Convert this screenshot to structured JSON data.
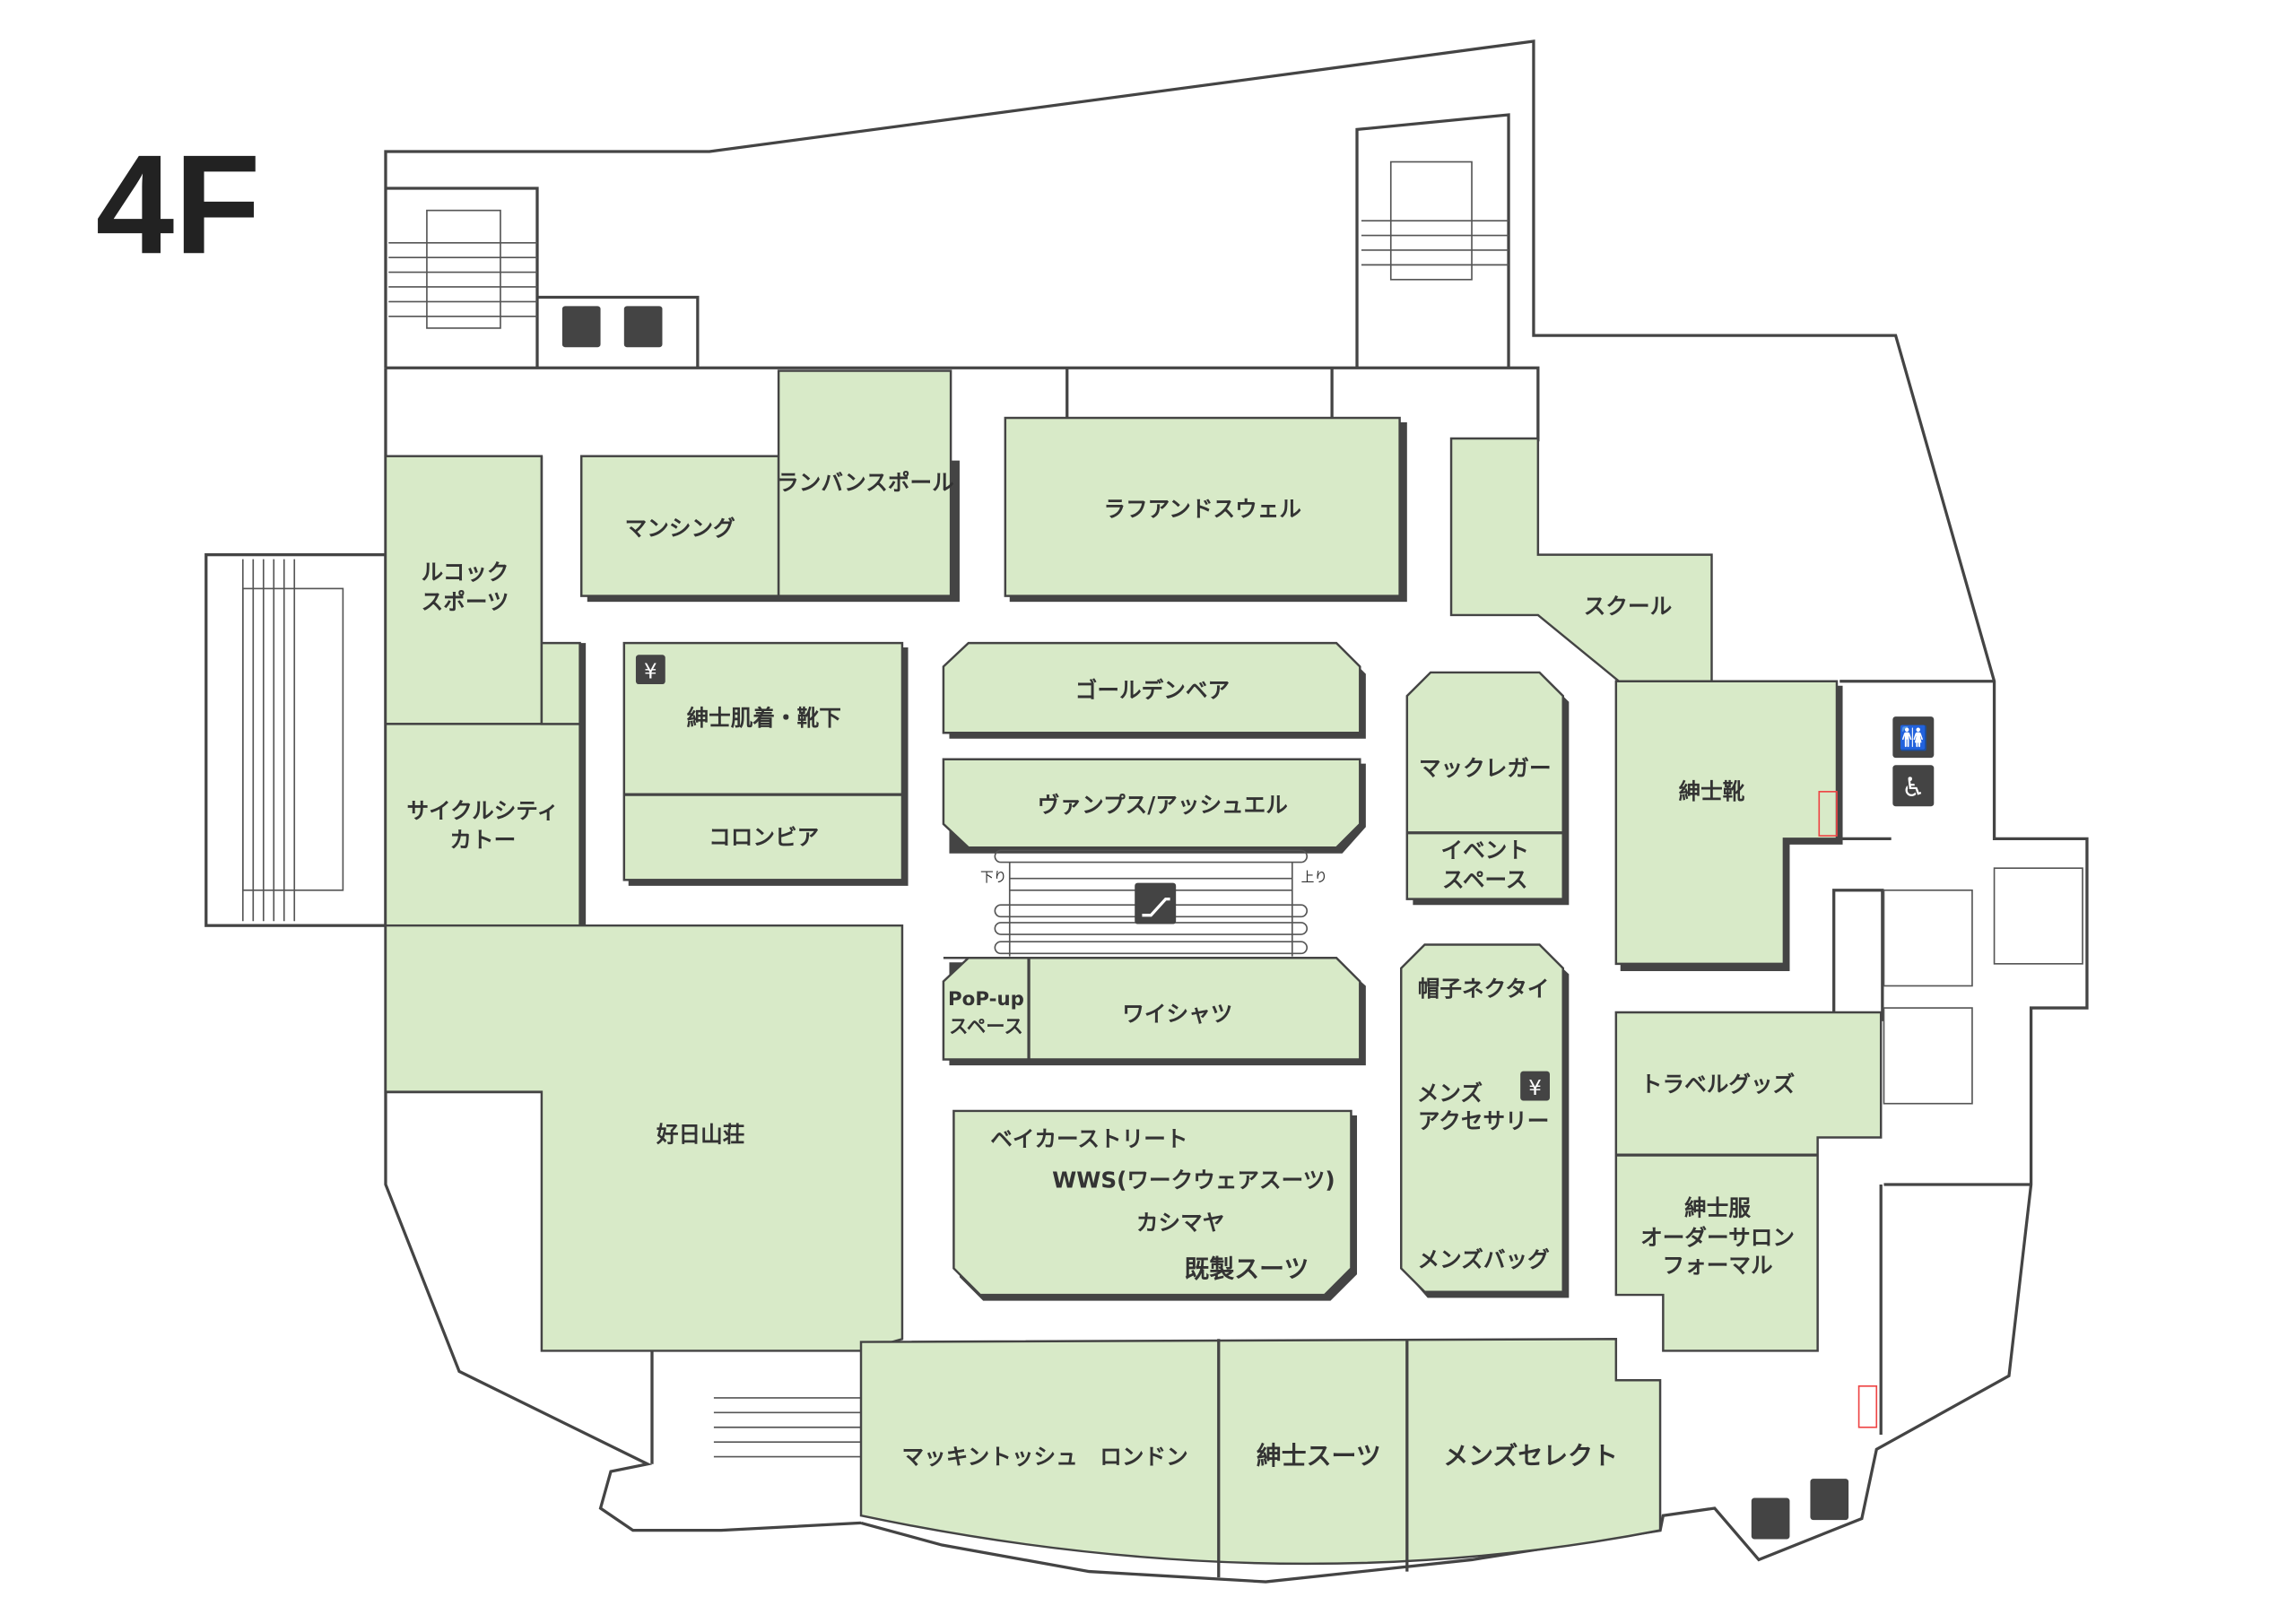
{
  "floor_label": "4F",
  "shops": {
    "munsingwear": "マンシング",
    "lanvin_sport": "ランバンスポール",
    "laugh_and_swell": "ラフアンドスウェル",
    "school": "スクール",
    "lecoq_1": "ルコック",
    "lecoq_2": "スポーツ",
    "underwear": "紳士肌着・靴下",
    "columbia": "コロンビア",
    "golden_bear": "ゴールデンベア",
    "vanps": "ヴァンプス/アッシュエル",
    "mcgregor": "マックレガー",
    "event_1": "イベント",
    "event_2": "スペース",
    "mens_shoes": "紳士靴",
    "cycle_1": "サイクルシティ",
    "cycle_2": "カトー",
    "popup_1": "PoP-up",
    "popup_2": "スペース",
    "shirts": "ワイシャツ",
    "hats_ties": "帽子ネクタイ",
    "accessory_1": "メンズ",
    "accessory_2": "アクセサリー",
    "mens_bags": "メンズバッグ",
    "travel": "トラベルグッズ",
    "suits_order_1": "紳士服",
    "suits_order_2": "オーダーサロン",
    "suits_order_3": "フォーマル",
    "kojitsu": "好日山荘",
    "baker_street": "ベイカーストリート",
    "wws": "WWS(ワークウェアスーツ)",
    "kashimaya": "カシマヤ",
    "ready_suits": "既製スーツ",
    "mackintosh": "マッキントッシュ　ロンドン",
    "mens_suits": "紳士スーツ",
    "mens_select": "メンズセレクト"
  },
  "escalator": {
    "down": "下り",
    "up": "上り"
  },
  "icons": {
    "yen": "¥"
  },
  "colors": {
    "shop_fill": "#d8eac8",
    "wall": "#444444"
  }
}
